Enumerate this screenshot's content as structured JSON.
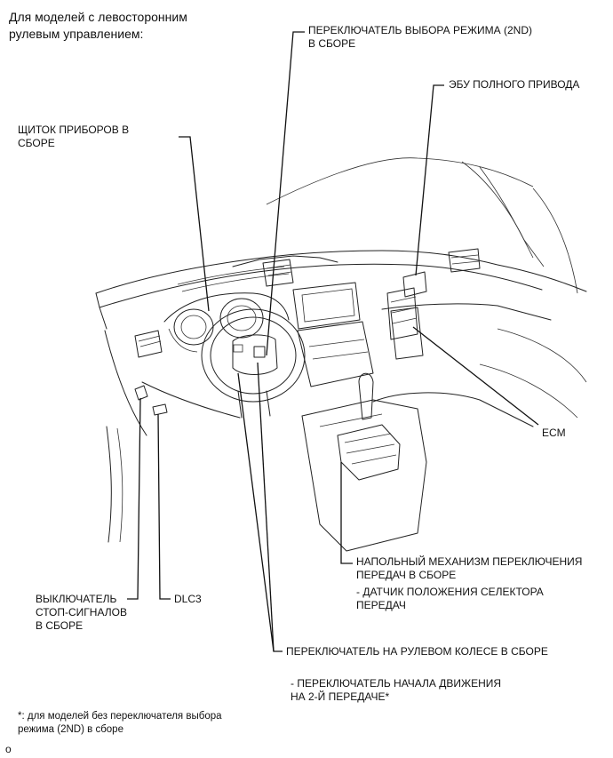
{
  "header": {
    "line1": "Для моделей с левосторонним",
    "line2": "рулевым управлением:"
  },
  "labels": {
    "mode_switch_1": "ПЕРЕКЛЮЧАТЕЛЬ ВЫБОРА РЕЖИМА (2ND)",
    "mode_switch_2": "В СБОРЕ",
    "awd_ecu": "ЭБУ ПОЛНОГО ПРИВОДА",
    "combination_meter_1": "ЩИТОК ПРИБОРОВ В",
    "combination_meter_2": "СБОРЕ",
    "ecm": "ECM",
    "floor_shift_1": "НАПОЛЬНЫЙ МЕХАНИЗМ ПЕРЕКЛЮЧЕНИЯ",
    "floor_shift_2": "ПЕРЕДАЧ В СБОРЕ",
    "floor_shift_3": "- ДАТЧИК ПОЛОЖЕНИЯ СЕЛЕКТОРА",
    "floor_shift_4": "ПЕРЕДАЧ",
    "stop_lamp_1": "ВЫКЛЮЧАТЕЛЬ",
    "stop_lamp_2": "СТОП-СИГНАЛОВ",
    "stop_lamp_3": "В СБОРЕ",
    "dlc3": "DLC3",
    "steering_switch": "ПЕРЕКЛЮЧАТЕЛЬ НА РУЛЕВОМ КОЛЕСЕ В СБОРЕ",
    "second_start_1": "- ПЕРЕКЛЮЧАТЕЛЬ НАЧАЛА ДВИЖЕНИЯ",
    "second_start_2": "НА 2-Й ПЕРЕДАЧЕ*"
  },
  "footnote": {
    "line1": "*: для моделей без переключателя выбора",
    "line2": "режима (2ND) в сборе"
  },
  "figure_code": "o"
}
